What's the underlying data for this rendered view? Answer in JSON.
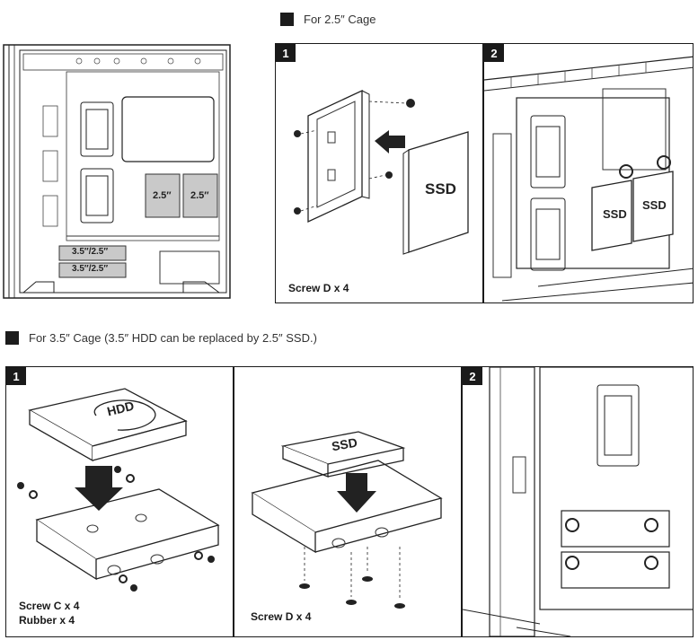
{
  "top_section": {
    "heading": "For 2.5″ Cage",
    "overview_labels": {
      "cage_left": "2.5″",
      "cage_right": "2.5″",
      "hdd_top": "3.5″/2.5″",
      "hdd_bottom": "3.5″/2.5″"
    },
    "step1": {
      "number": "1",
      "drive_label": "SSD",
      "caption": "Screw D x 4"
    },
    "step2": {
      "number": "2",
      "drive_left": "SSD",
      "drive_right": "SSD"
    }
  },
  "bottom_section": {
    "heading": "For 3.5″ Cage (3.5″ HDD can be replaced by 2.5″ SSD.)",
    "step1a": {
      "number": "1",
      "drive_label": "HDD",
      "caption_line1": "Screw C x 4",
      "caption_line2": "Rubber x 4"
    },
    "step1b": {
      "drive_label": "SSD",
      "caption": "Screw D x 4"
    },
    "step2": {
      "number": "2"
    }
  }
}
